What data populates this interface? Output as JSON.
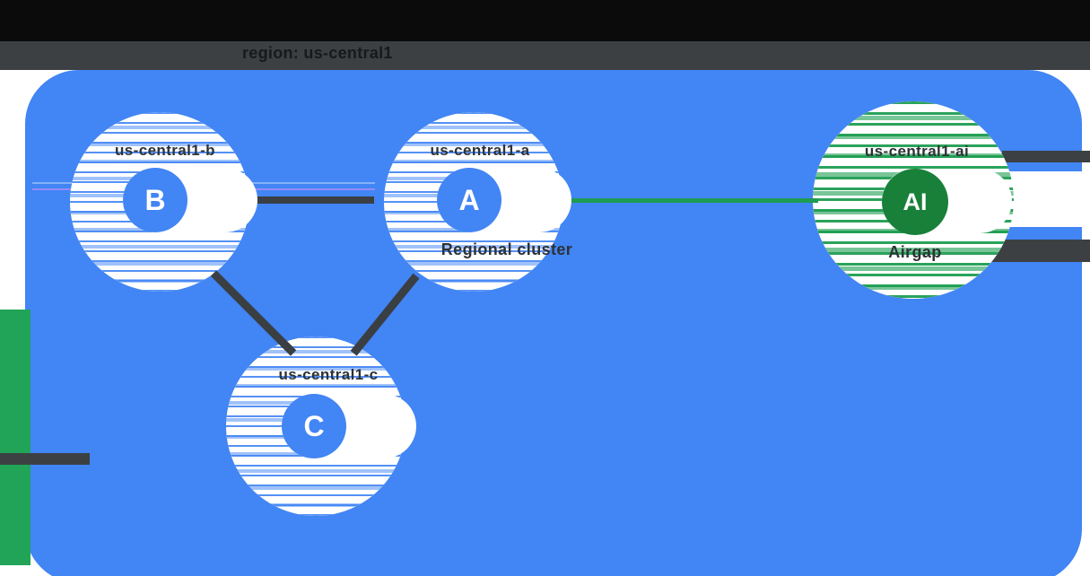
{
  "header": {
    "title": "region: us-central1"
  },
  "region": {
    "zones": [
      {
        "letter": "B",
        "label": "us-central1-b"
      },
      {
        "letter": "A",
        "label": "us-central1-a"
      },
      {
        "letter": "C",
        "label": "us-central1-c"
      }
    ],
    "cluster_label": "Regional cluster"
  },
  "ai_zone": {
    "letter": "AI",
    "label": "us-central1-ai",
    "sublabel": "Airgap"
  },
  "colors": {
    "region_blue": "#4285F4",
    "zone_node_blue": "#4285F4",
    "ai_halo_green": "#1E9C52",
    "ai_node_green": "#188038",
    "connector_dark": "#3A3F44",
    "connector_green": "#1E9C52",
    "header_bar": "#3C4043",
    "label_text": "#2E3236"
  }
}
